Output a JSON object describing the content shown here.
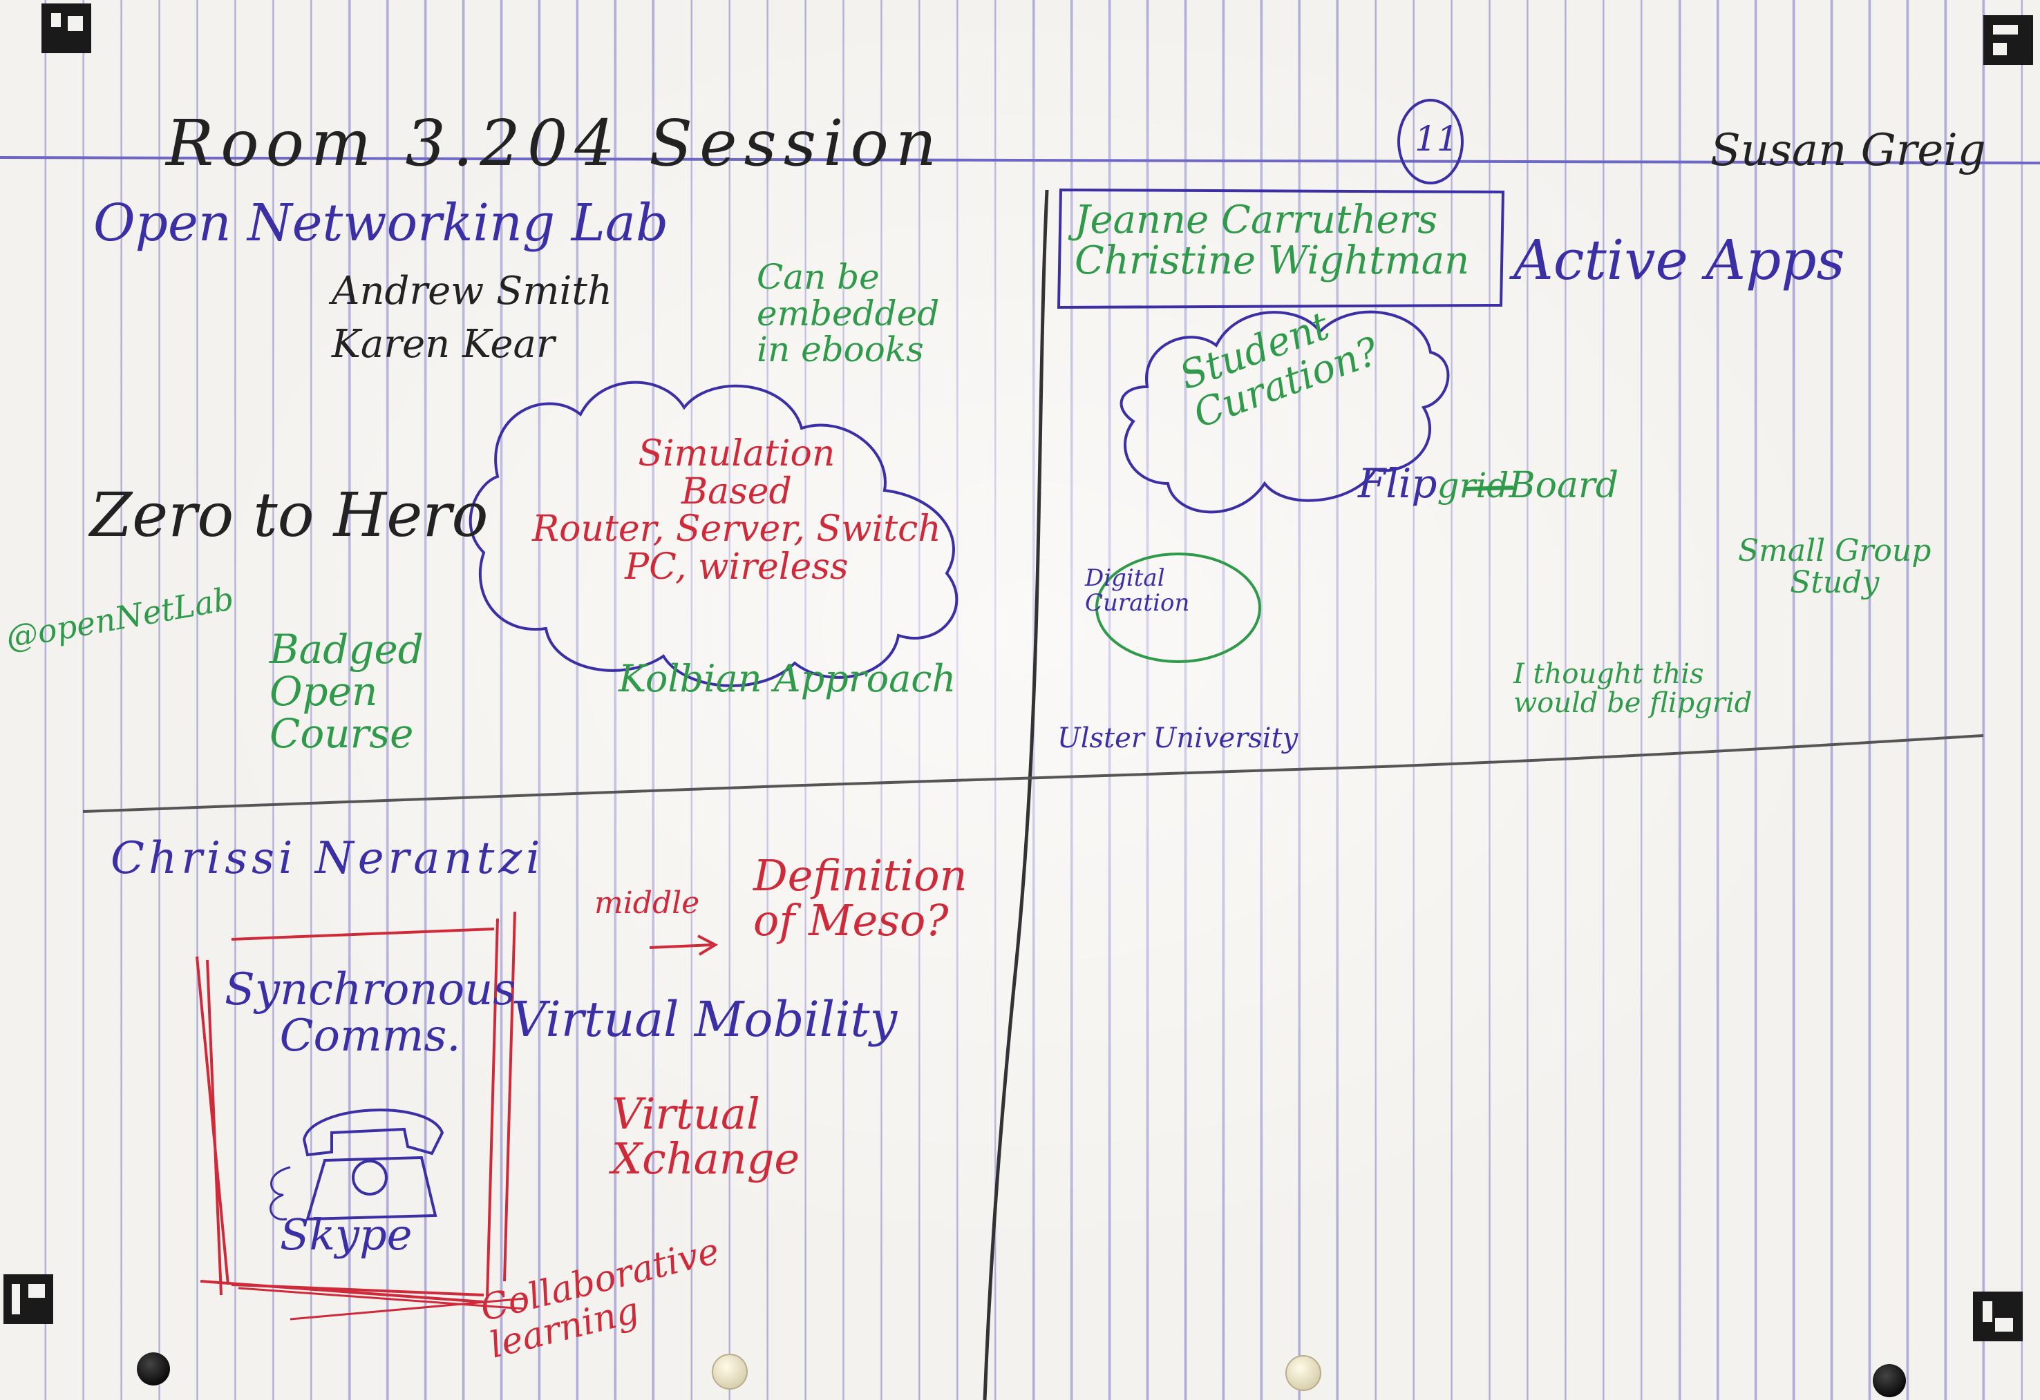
{
  "header": {
    "room_session": "Room 3.204 Session",
    "page_number": "11",
    "author": "Susan Greig"
  },
  "left_top": {
    "title": "Open Networking Lab",
    "presenters": [
      "Andrew Smith",
      "Karen Kear"
    ],
    "embed_note": "Can be\nembedded\nin ebooks",
    "zero_to_hero": "Zero to Hero",
    "cloud_text": "Simulation\nBased\nRouter, Server, Switch\nPC, wireless",
    "handle": "@openNetLab",
    "badged": "Badged\nOpen\nCourse",
    "kolbian": "Kolbian Approach"
  },
  "right_top": {
    "box_text": "Jeanne Carruthers\nChristine Wightman",
    "active_apps": "Active Apps",
    "cloud_text": "Student\nCuration?",
    "flipgrid_prefix": "Flip",
    "flipgrid_struck": "grid",
    "flipgrid_board": "Board",
    "digital_curation": "Digital\nCuration",
    "small_group": "Small Group\nStudy",
    "thought_note": "I thought this\nwould be flipgrid",
    "ulster": "Ulster University"
  },
  "left_bottom": {
    "name": "Chrissi Nerantzi",
    "middle": "middle",
    "definition": "Definition\nof Meso?",
    "synchronous": "Synchronous\nComms.",
    "virtual_mobility": "Virtual Mobility",
    "virtual_exchange": "Virtual\nXchange",
    "skype": "Skype",
    "collaborative": "Collaborative\nlearning"
  },
  "colors": {
    "blue_ink": "#3b2fa6",
    "red_ink": "#cf2a3a",
    "green_ink": "#2f9a4a",
    "black_ink": "#222222",
    "rule_line": "#7873c8"
  }
}
